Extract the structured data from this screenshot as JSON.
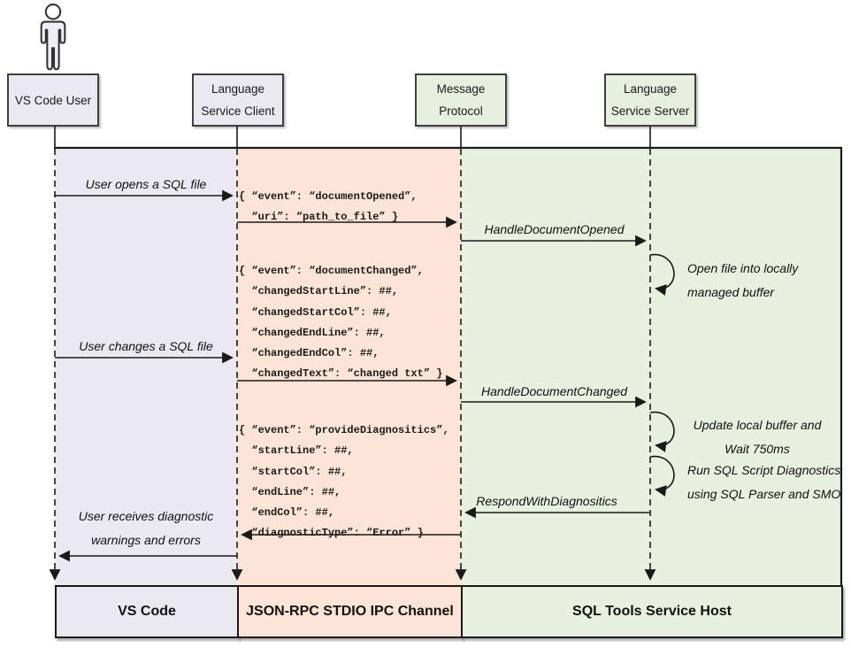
{
  "palette": {
    "lane_user_fill": "#EAE8F1",
    "lane_ipc_fill": "#FCE4D6",
    "lane_host_fill": "#E8F0E0",
    "line_color": "#1a1a1a"
  },
  "actors": {
    "user": {
      "label": "VS Code User"
    },
    "client": {
      "line1": "Language",
      "line2": "Service Client"
    },
    "protocol": {
      "line1": "Message",
      "line2": "Protocol"
    },
    "server": {
      "line1": "Language",
      "line2": "Service Server"
    }
  },
  "messages": {
    "user_opens": "User opens a SQL file",
    "document_opened_json": "{ “event”: “documentOpened”,\n  “uri”: “path_to_file” }",
    "handle_document_opened": "HandleDocumentOpened",
    "loop_open_file": "Open file into locally\nmanaged buffer",
    "document_changed_json": "{ “event”: “documentChanged”,\n  “changedStartLine”: ##,\n  “changedStartCol”: ##,\n  “changedEndLine”: ##,\n  “changedEndCol”: ##,\n  “changedText”: “changed txt” }",
    "user_changes": "User changes a SQL file",
    "handle_document_changed": "HandleDocumentChanged",
    "loop_update_buffer": "Update local buffer and\nWait 750ms",
    "loop_run_diagnostics": "Run SQL Script Diagnostics\nusing SQL Parser and SMO",
    "respond_with_diagnostics": "RespondWithDiagnositics",
    "provide_diagnostics_json": "{ “event”: “provideDiagnositics”,\n  “startLine”: ##,\n  “startCol”: ##,\n  “endLine”: ##,\n  “endCol”: ##,\n  “diagnosticType”: “Error” }",
    "user_receives": "User receives diagnostic\nwarnings and errors"
  },
  "lanes": {
    "vs_code": "VS Code",
    "ipc_channel": "JSON-RPC STDIO IPC Channel",
    "service_host": "SQL Tools Service Host"
  }
}
